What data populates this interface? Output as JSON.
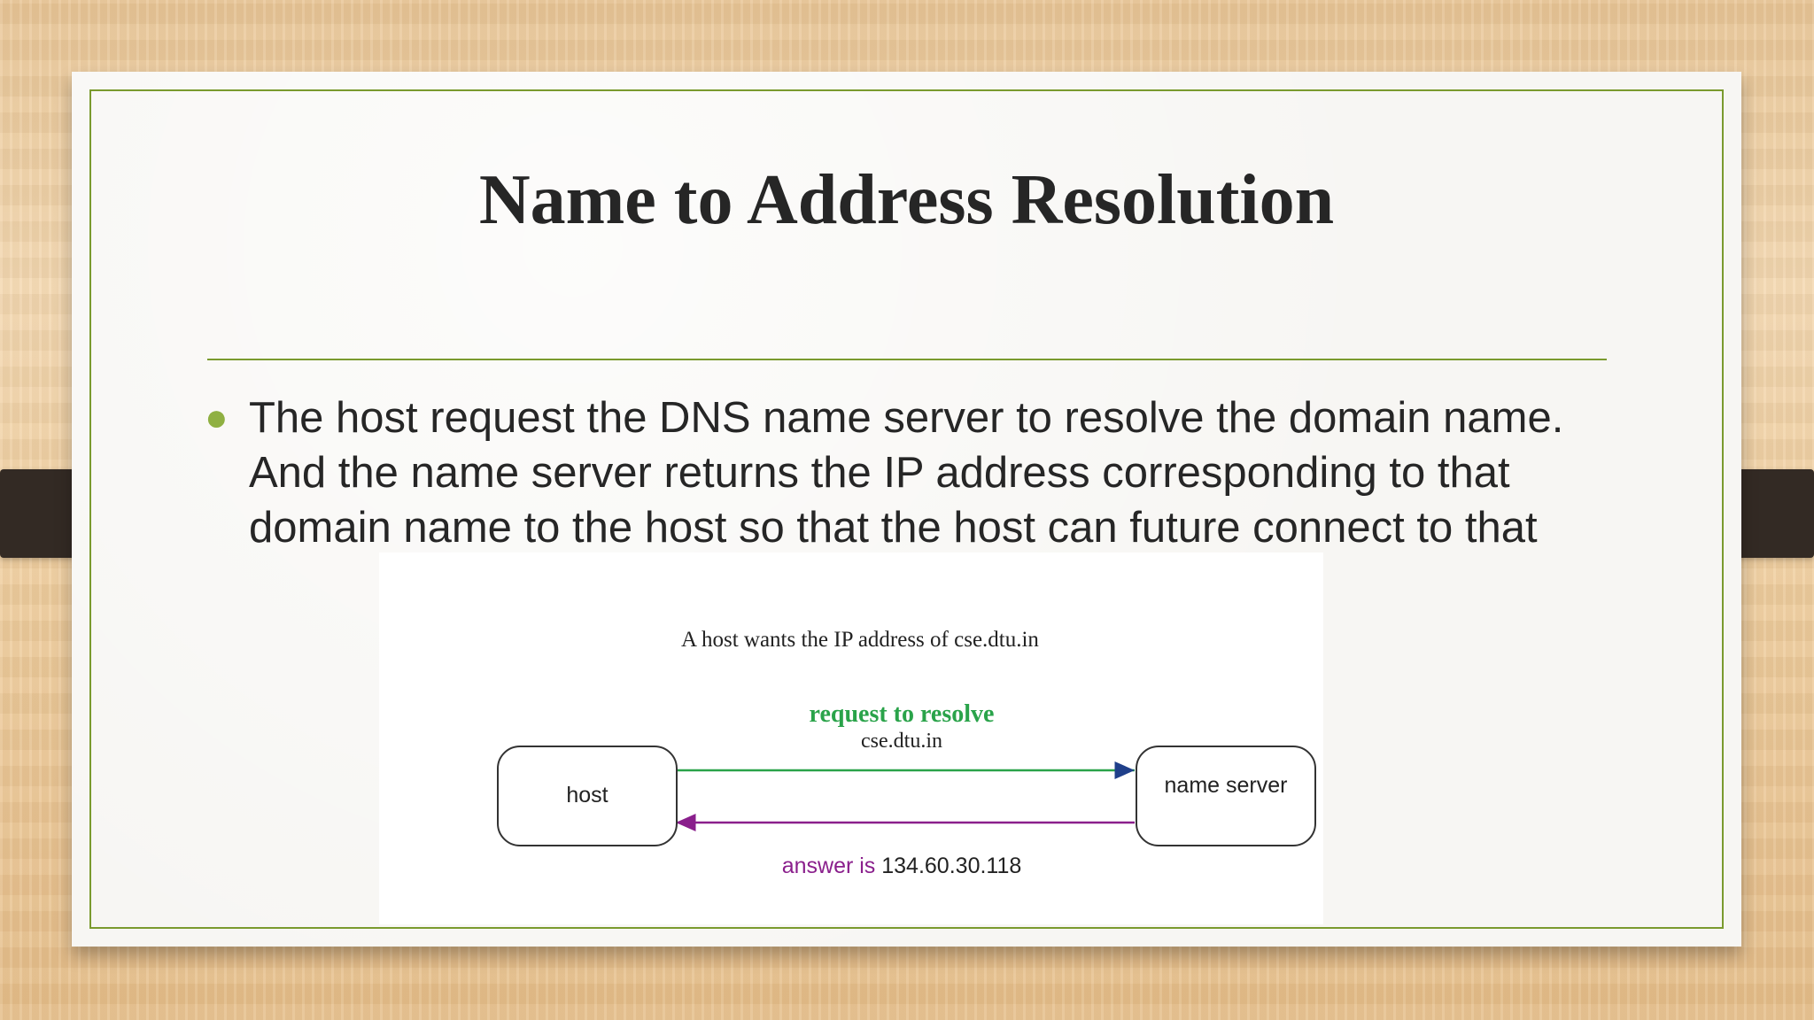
{
  "slide": {
    "title": "Name to Address Resolution",
    "bullet": "The host request the DNS name server to resolve the domain name. And the name server returns the IP address corresponding to that domain name to the host so that the host can future connect to that"
  },
  "figure": {
    "caption": "A host wants the IP address of cse.dtu.in",
    "request_label": "request to resolve",
    "request_domain": "cse.dtu.in",
    "host_label": "host",
    "server_label": "name server",
    "answer_prefix": "answer is",
    "answer_ip": "134.60.30.118"
  },
  "colors": {
    "accent": "#7a9a2e",
    "bullet": "#8fb042",
    "request": "#2aa34a",
    "answer": "#8a1f8c"
  }
}
